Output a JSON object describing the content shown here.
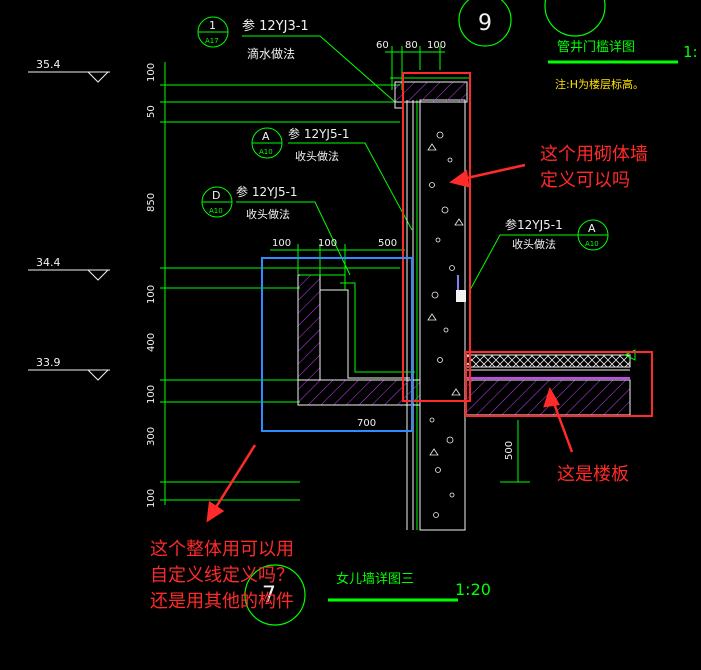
{
  "elevations": [
    "35.4",
    "34.4",
    "33.9"
  ],
  "dims_vertical": [
    "100",
    "50",
    "850",
    "100",
    "400",
    "100",
    "300",
    "100"
  ],
  "dims_top": [
    "60",
    "80",
    "100"
  ],
  "dims_gutter": [
    "100",
    "100",
    "500"
  ],
  "dim_gutter_bottom": "700",
  "dim_slab": "500",
  "refs": {
    "r1": {
      "ref": "参 12YJ3-1",
      "desc": "滴水做法",
      "num": "1",
      "sub": "A17"
    },
    "rA1": {
      "ref": "参 12YJ5-1",
      "desc": "收头做法",
      "num": "A",
      "sub": "A10"
    },
    "rD": {
      "ref": "参 12YJ5-1",
      "desc": "收头做法",
      "num": "D",
      "sub": "A10"
    },
    "rA2": {
      "ref": "参12YJ5-1",
      "desc": "收头做法",
      "num": "A",
      "sub": "A10"
    }
  },
  "detail_number": "9",
  "title_pipe": "管井门槛详图",
  "scale_pipe": "1:",
  "note_pipe": "注:H为楼层标高。",
  "title_parapet": "女儿墙详图三",
  "scale_parapet": "1:20",
  "bottom_circle_num": "7",
  "annotations": {
    "wall": [
      "这个用砌体墙",
      "定义可以吗"
    ],
    "slab": "这是楼板",
    "gutter": [
      "这个整体用可以用",
      "自定义线定义吗？",
      "还是用其他的构件"
    ]
  },
  "colors": {
    "green": "#00ff00",
    "cad_white": "#f2f2f2",
    "purple": "#d040ff",
    "annotation_red": "#ff2a2a",
    "box_blue": "#2f8cff",
    "yellow": "#ffe000"
  }
}
